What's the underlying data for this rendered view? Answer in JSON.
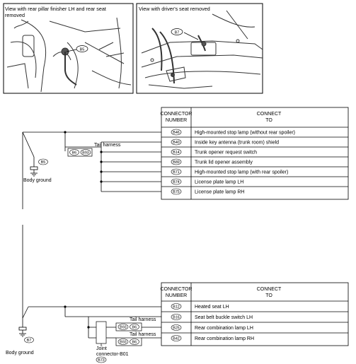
{
  "photos": {
    "left_caption": "View with rear pillar finisher LH and rear seat removed",
    "left_caption_lines": [
      "View with rear pillar finisher LH and rear seat",
      "removed"
    ],
    "left_connector": "B5",
    "right_caption": "View with driver's seat removed",
    "right_connector": "B7"
  },
  "table_headers": {
    "connector": [
      "CONNECTOR",
      "NUMBER"
    ],
    "connect": [
      "CONNECT",
      "TO"
    ]
  },
  "upper_group": {
    "ground_connector": "B5",
    "ground_label": "Body ground",
    "harness_label": "Tail harness",
    "harness_connectors": [
      "B6",
      "B93"
    ],
    "rows": [
      {
        "connector": "B46",
        "connect_to": "High-mounted stop lamp (without rear spoiler)"
      },
      {
        "connector": "B40",
        "connect_to": "Inside key antenna (trunk room) shield"
      },
      {
        "connector": "B14",
        "connect_to": "Trunk opener request switch"
      },
      {
        "connector": "B89",
        "connect_to": "Trunk lid opener assembly"
      },
      {
        "connector": "B71",
        "connect_to": "High-mounted stop lamp (with rear spoiler)"
      },
      {
        "connector": "B74",
        "connect_to": "License plate lamp LH"
      },
      {
        "connector": "B75",
        "connect_to": "License plate lamp RH"
      }
    ]
  },
  "lower_group": {
    "ground_connector": "B7",
    "ground_label": "Body ground",
    "harness_label_1": "Tail harness",
    "harness_connectors_1": [
      "B93",
      "B6"
    ],
    "harness_label_2": "Tail harness",
    "harness_connectors_2": [
      "B93",
      "B6"
    ],
    "joint_label": [
      "Joint",
      "connector-B01"
    ],
    "joint_connector": "B73",
    "rows": [
      {
        "connector": "B12",
        "connect_to": "Heated seat LH"
      },
      {
        "connector": "B16",
        "connect_to": "Seat belt buckle switch LH"
      },
      {
        "connector": "B25",
        "connect_to": "Rear combination lamp LH"
      },
      {
        "connector": "B42",
        "connect_to": "Rear combination lamp RH"
      }
    ]
  }
}
